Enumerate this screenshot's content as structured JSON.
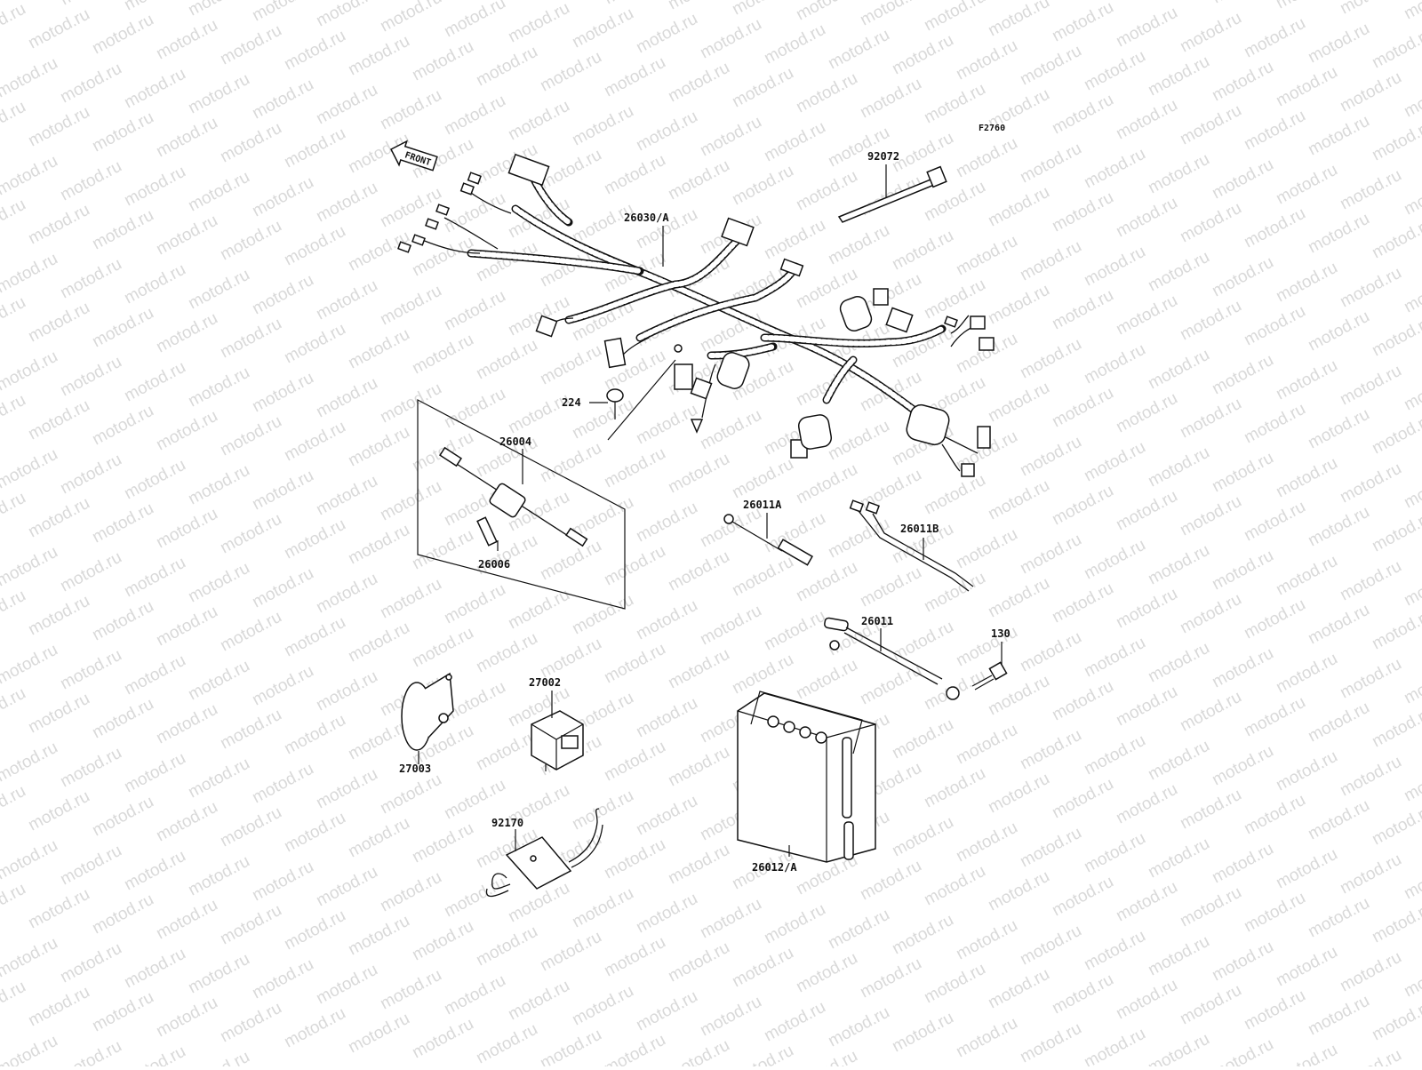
{
  "watermark": {
    "text": "motod.ru"
  },
  "figure_code": "F2760",
  "direction_marker": {
    "text": "FRONT"
  },
  "parts": [
    {
      "id": "harness",
      "number": "26030/A"
    },
    {
      "id": "band",
      "number": "92072"
    },
    {
      "id": "screw",
      "number": "224"
    },
    {
      "id": "switch-assy",
      "number": "26004"
    },
    {
      "id": "switch-pin",
      "number": "26006"
    },
    {
      "id": "lead-a",
      "number": "26011A"
    },
    {
      "id": "lead-b",
      "number": "26011B"
    },
    {
      "id": "battery-cable",
      "number": "26011"
    },
    {
      "id": "bolt",
      "number": "130"
    },
    {
      "id": "relay",
      "number": "27002"
    },
    {
      "id": "horn",
      "number": "27003"
    },
    {
      "id": "battery-holder",
      "number": "92170"
    },
    {
      "id": "battery",
      "number": "26012/A"
    }
  ]
}
